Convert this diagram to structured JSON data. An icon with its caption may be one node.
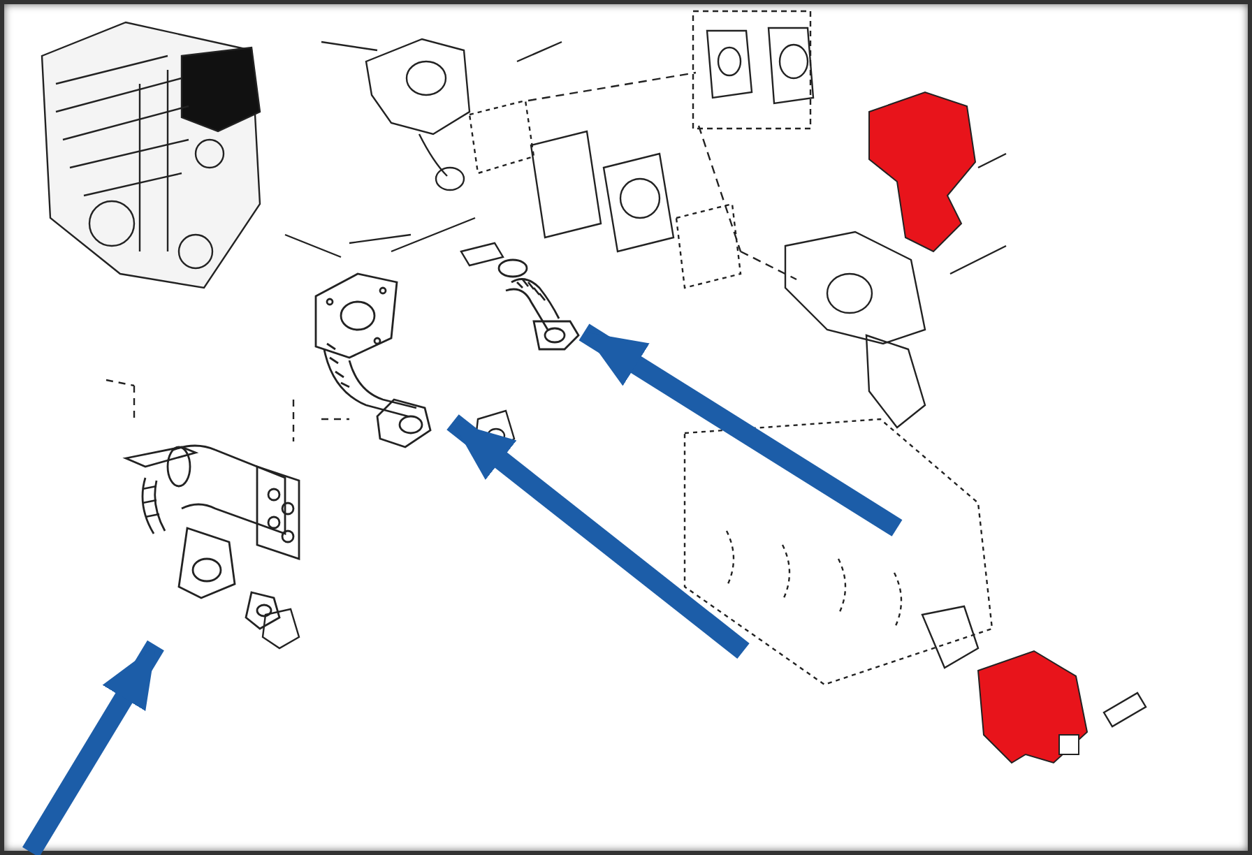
{
  "diagram": {
    "nodes": [
      {
        "text": [],
        "shape": "picture"
      },
      {
        "text": [],
        "shape": "picture"
      },
      {
        "text": [],
        "shape": "picture"
      }
    ],
    "edges": [
      {
        "from": null,
        "to": 0,
        "arrow": "to",
        "color": "#1c5da8"
      },
      {
        "from": null,
        "to": 1,
        "arrow": "to",
        "color": "#1c5da8"
      },
      {
        "from": null,
        "to": 2,
        "arrow": "to",
        "color": "#1c5da8"
      }
    ]
  }
}
